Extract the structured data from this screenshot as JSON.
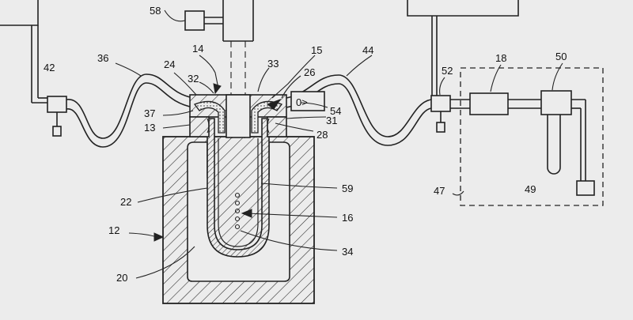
{
  "labels": {
    "l12": "12",
    "l13": "13",
    "l14": "14",
    "l15": "15",
    "l16": "16",
    "l18": "18",
    "l20": "20",
    "l22": "22",
    "l24": "24",
    "l26": "26",
    "l28": "28",
    "l31": "31",
    "l32": "32",
    "l33": "33",
    "l34": "34",
    "l36": "36",
    "l37": "37",
    "l42": "42",
    "l44": "44",
    "l47": "47",
    "l49": "49",
    "l50": "50",
    "l52": "52",
    "l54": "54",
    "l58": "58",
    "l59": "59"
  },
  "pump_symbol": "0>",
  "colors": {
    "background": "#ececec",
    "ink": "#222222"
  }
}
